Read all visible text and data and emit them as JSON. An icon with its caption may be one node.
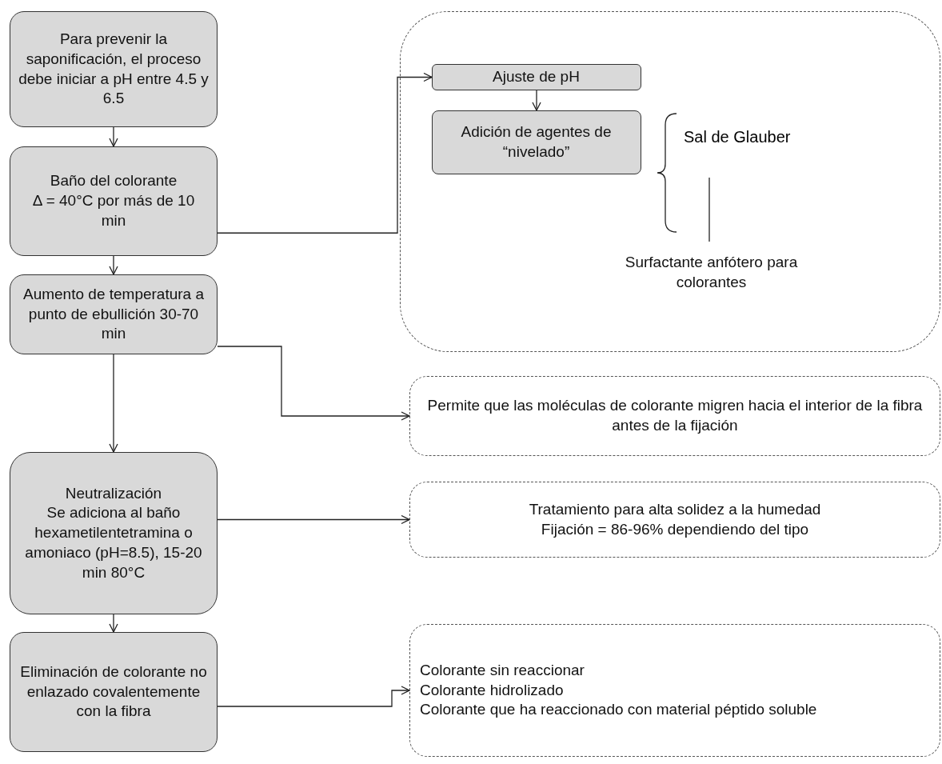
{
  "diagram": {
    "nodes": [
      {
        "text": [
          "Para prevenir la saponificación, el proceso debe iniciar a pH entre 4.5 y 6.5"
        ]
      },
      {
        "text": [
          "Baño del colorante",
          "Δ = 40°C por más de 10 min"
        ]
      },
      {
        "text": [],
        "shape": "box"
      },
      {
        "text": [
          "Ajuste de pH"
        ],
        "in": 2
      },
      {
        "text": [
          "Adición de agentes de “nivelado”"
        ],
        "in": 2
      },
      {
        "text": [
          "Surfactante anfótero para colorantes"
        ],
        "in": 2
      },
      {
        "text": [
          "Aumento de temperatura a punto de ebullición 30-70 min"
        ]
      },
      {
        "text": [
          "Permite que las moléculas de colorante migren hacia el interior de la fibra antes de la fijación"
        ]
      },
      {
        "text": [
          "Neutralización",
          "Se adiciona al baño hexametilentetramina o amoniaco (pH=8.5), 15-20 min 80°C"
        ]
      },
      {
        "text": [
          "Tratamiento para alta solidez a la humedad",
          "Fijación = 86-96% dependiendo del tipo"
        ]
      },
      {
        "text": [
          "Eliminación de colorante no enlazado covalentemente con la fibra"
        ]
      },
      {
        "text": [
          "Colorante sin reaccionar",
          "Colorante hidrolizado",
          "Colorante que ha reaccionado con material péptido soluble"
        ]
      }
    ],
    "edges": [
      {
        "from": 0,
        "to": 1,
        "arrow": "to"
      },
      {
        "from": 1,
        "to": 3,
        "arrow": "to"
      },
      {
        "from": 3,
        "to": 4,
        "arrow": "to"
      },
      {
        "from": null,
        "to": 5,
        "arrow": "none"
      },
      {
        "from": 1,
        "to": 6,
        "arrow": "to"
      },
      {
        "from": 6,
        "to": 7,
        "arrow": "to"
      },
      {
        "from": 6,
        "to": 8,
        "arrow": "to"
      },
      {
        "from": 8,
        "to": 9,
        "arrow": "to"
      },
      {
        "from": 8,
        "to": 10,
        "arrow": "to"
      },
      {
        "from": 10,
        "to": 11,
        "arrow": "to"
      }
    ],
    "labels": [
      "Sal de Glauber"
    ]
  }
}
